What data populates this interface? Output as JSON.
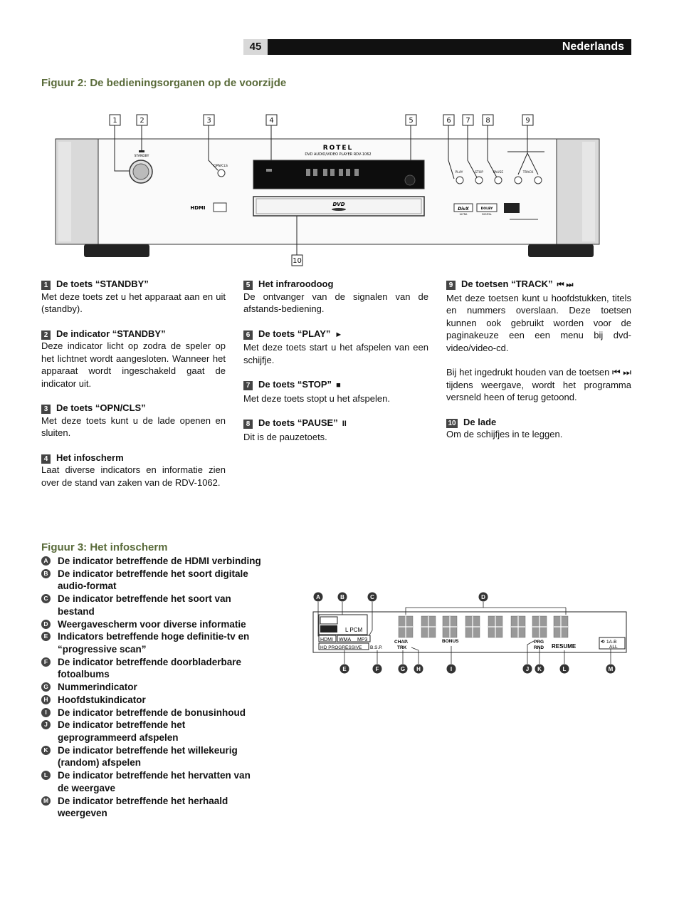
{
  "header": {
    "page_number": "45",
    "language": "Nederlands"
  },
  "figure2": {
    "title": "Figuur 2: De bedieningsorganen op de voorzijde",
    "callouts": [
      "1",
      "2",
      "3",
      "4",
      "5",
      "6",
      "7",
      "8",
      "9",
      "10"
    ],
    "panel": {
      "brand": "ROTEL",
      "model": "DVD AUDIO/VIDEO PLAYER RDV-1062",
      "standby": "STANDBY",
      "opn_cls": "OPN/CLS",
      "play": "PLAY",
      "stop": "STOP",
      "pause": "PAUSE",
      "track": "TRACK",
      "hdmi": "HDMI",
      "dvd": "DVD",
      "divx": "DivX",
      "ultra": "ULTRA",
      "dolby": "DOLBY",
      "digital": "DIGITAL"
    }
  },
  "items_col1": [
    {
      "num": "1",
      "title": "De toets “STANDBY”",
      "text": "Met deze toets zet u het apparaat aan en uit (standby)."
    },
    {
      "num": "2",
      "title": "De indicator “STANDBY”",
      "text": "Deze indicator licht op zodra de speler op het lichtnet wordt aangesloten. Wanneer het apparaat wordt ingeschakeld gaat de indicator uit."
    },
    {
      "num": "3",
      "title": "De toets “OPN/CLS”",
      "text": "Met deze toets kunt u de lade openen en sluiten."
    },
    {
      "num": "4",
      "title": "Het infoscherm",
      "text": "Laat diverse indicators en informatie zien over de stand van zaken van de RDV-1062."
    }
  ],
  "items_col2": [
    {
      "num": "5",
      "title": "Het infraroodoog",
      "text": "De ontvanger van de signalen van de afstands-bediening."
    },
    {
      "num": "6",
      "title": "De toets “PLAY”",
      "glyph": "►",
      "text": "Met deze toets start u het afspelen van een schijfje."
    },
    {
      "num": "7",
      "title": "De toets “STOP”",
      "glyph": "■",
      "text": "Met deze toets stopt u het afspelen."
    },
    {
      "num": "8",
      "title": "De toets “PAUSE”",
      "glyph": "II",
      "text": "Dit is de pauzetoets."
    }
  ],
  "items_col3": [
    {
      "num": "9",
      "title": "De toetsen “TRACK”",
      "glyph": "⏮ ⏭",
      "text": "Met deze toetsen kunt u hoofdstukken, titels en nummers overslaan. Deze toetsen kunnen ook gebruikt worden voor de paginakeuze een een menu bij dvd-video/video-cd.",
      "text2": "Bij het ingedrukt houden van de toetsen ⏮ ⏭ tijdens weergave, wordt het programma versneld heen of terug getoond."
    },
    {
      "num": "10",
      "title": "De lade",
      "text": "Om de schijfjes in te leggen."
    }
  ],
  "figure3": {
    "title": "Figuur 3: Het infoscherm",
    "items": [
      {
        "letter": "A",
        "text": "De indicator betreffende de HDMI verbinding"
      },
      {
        "letter": "B",
        "text": "De indicator betreffende het soort digitale audio-format"
      },
      {
        "letter": "C",
        "text": "De indicator betreffende het soort van bestand"
      },
      {
        "letter": "D",
        "text": "Weergavescherm voor diverse informatie"
      },
      {
        "letter": "E",
        "text": "Indicators betreffende hoge definitie-tv en “progressive scan”"
      },
      {
        "letter": "F",
        "text": "De indicator betreffende doorbladerbare fotoalbums"
      },
      {
        "letter": "G",
        "text": "Nummerindicator"
      },
      {
        "letter": "H",
        "text": "Hoofdstukindicator"
      },
      {
        "letter": "I",
        "text": "De indicator betreffende de bonusinhoud"
      },
      {
        "letter": "J",
        "text": "De indicator betreffende het geprogrammeerd afspelen"
      },
      {
        "letter": "K",
        "text": "De indicator betreffende het willekeurig (random) afspelen"
      },
      {
        "letter": "L",
        "text": "De indicator betreffende het hervatten van de weergave"
      },
      {
        "letter": "M",
        "text": "De indicator betreffende het herhaald weergeven"
      }
    ],
    "display": {
      "lpcm": "L PCM",
      "hdmi": "HDMI",
      "wma": "WMA",
      "mp3": "MP3",
      "hd_prog": "HD PROGRESSIVE",
      "bsp": "B.S.P.",
      "chap": "CHAP.",
      "trk": "TRK",
      "bonus": "BONUS",
      "prg": "PRG",
      "rnd": "RND",
      "resume": "RESUME",
      "ab": "1A-B",
      "all": "ALL"
    }
  }
}
